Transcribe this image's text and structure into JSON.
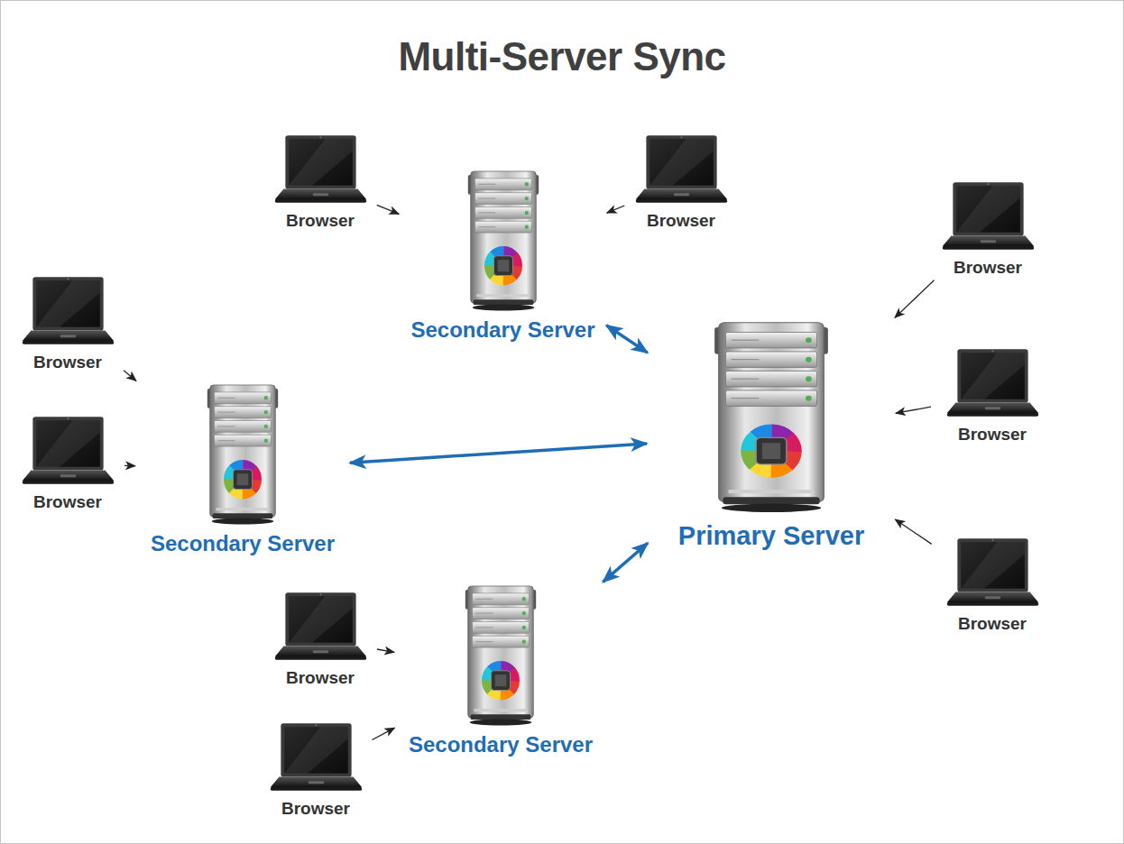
{
  "diagram": {
    "title": "Multi-Server Sync",
    "nodes": [
      {
        "text": [
          "Browser"
        ]
      },
      {
        "text": [
          "Secondary Server"
        ]
      },
      {
        "text": [
          "Browser"
        ]
      },
      {
        "text": [
          "Browser"
        ]
      },
      {
        "text": [
          "Browser"
        ]
      },
      {
        "text": [
          "Primary Server"
        ]
      },
      {
        "text": [
          "Secondary Server"
        ]
      },
      {
        "text": [
          "Browser"
        ]
      },
      {
        "text": [
          "Browser"
        ]
      },
      {
        "text": [
          "Browser"
        ]
      },
      {
        "text": [
          "Browser"
        ]
      },
      {
        "text": [
          "Secondary Server"
        ]
      },
      {
        "text": [
          "Browser"
        ]
      }
    ],
    "edges": [
      {
        "from": 0,
        "to": 1,
        "arrow": "to"
      },
      {
        "from": 2,
        "to": 1,
        "arrow": "to"
      },
      {
        "from": 3,
        "to": 5,
        "arrow": "to"
      },
      {
        "from": 7,
        "to": 5,
        "arrow": "to"
      },
      {
        "from": 9,
        "to": 5,
        "arrow": "to"
      },
      {
        "from": 4,
        "to": 6,
        "arrow": "to"
      },
      {
        "from": 8,
        "to": 6,
        "arrow": "to"
      },
      {
        "from": 10,
        "to": 11,
        "arrow": "to"
      },
      {
        "from": 12,
        "to": 11,
        "arrow": "to"
      },
      {
        "from": 1,
        "to": 5,
        "arrow": "both"
      },
      {
        "from": 6,
        "to": 5,
        "arrow": "both"
      },
      {
        "from": 11,
        "to": 5,
        "arrow": "both"
      }
    ]
  }
}
